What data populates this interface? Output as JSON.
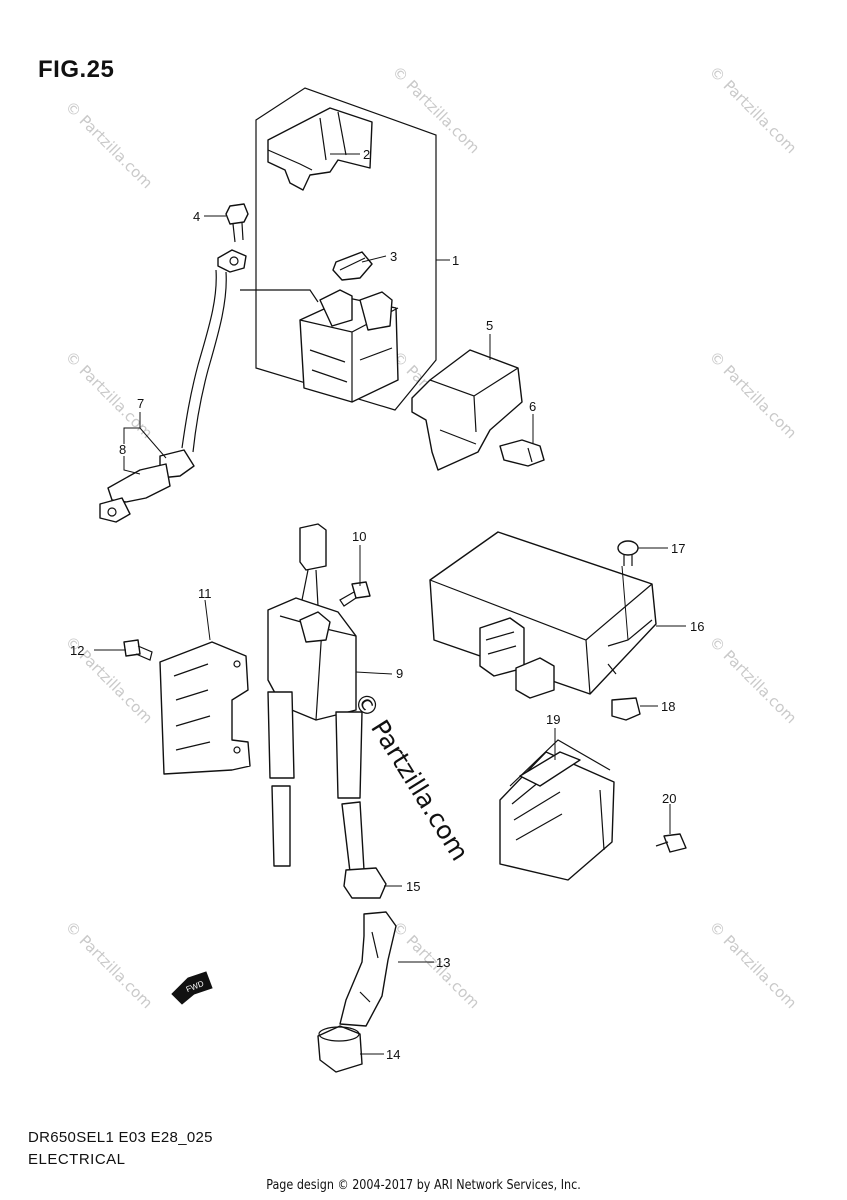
{
  "figure_title": "FIG.25",
  "footer": {
    "model_code": "DR650SEL1 E03 E28_025",
    "section_title": "ELECTRICAL"
  },
  "copyright": "Page design © 2004-2017 by ARI Network Services, Inc.",
  "watermark_main": "© Partzilla.com",
  "watermark_small": "© Partzilla.com",
  "direction_marker": "FWD",
  "callouts": [
    "1",
    "2",
    "3",
    "4",
    "5",
    "6",
    "7",
    "8",
    "9",
    "10",
    "11",
    "12",
    "13",
    "14",
    "15",
    "16",
    "17",
    "18",
    "19",
    "20"
  ]
}
